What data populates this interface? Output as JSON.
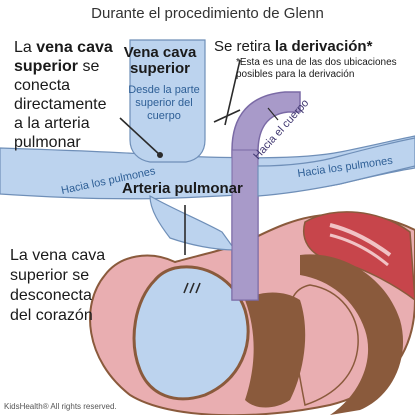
{
  "title": "Durante el procedimiento de Glenn",
  "note_top_left": {
    "line1_pre": "La ",
    "line1_bold": "vena cava",
    "line2_bold": "superior",
    "line2_post": " se",
    "line3": "conecta",
    "line4": "directamente",
    "line5": "a la arteria",
    "line6": "pulmonar"
  },
  "svc": {
    "title_line1": "Vena cava",
    "title_line2": "superior",
    "sub_line1": "Desde la parte",
    "sub_line2": "superior del",
    "sub_line3": "cuerpo"
  },
  "shunt": {
    "pre": "Se retira ",
    "bold": "la derivación*",
    "note_line1": "*Esta es una de las dos ubicaciones",
    "note_line2": "posibles para la derivación"
  },
  "arteria_pulmonar": "Arteria pulmonar",
  "hacia_pulmones_left": "Hacia los pulmones",
  "hacia_pulmones_right": "Hacia los pulmones",
  "hacia_cuerpo": "Hacia el cuerpo",
  "note_bottom_left": {
    "line1": "La vena cava",
    "line2": "superior se",
    "line3": "desconecta",
    "line4": "del corazón"
  },
  "credit": "KidsHealth® All rights reserved.",
  "colors": {
    "vessel_blue": "#bcd3ee",
    "vessel_outline": "#6f8fb8",
    "aorta_purple": "#a89ac9",
    "heart_pink": "#e9aeb1",
    "heart_red": "#c7454b",
    "heart_brown": "#8a5a3c",
    "text_blue": "#2e5f96"
  }
}
